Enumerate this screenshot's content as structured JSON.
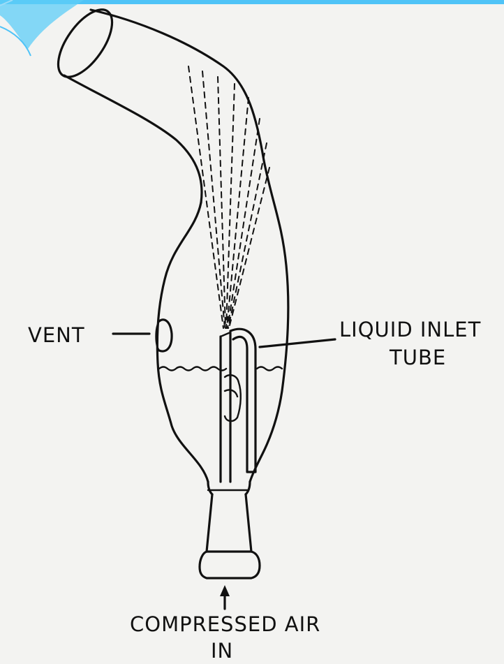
{
  "labels": {
    "vent": "VENT",
    "liquid_inlet_line1": "LIQUID INLET",
    "liquid_inlet_line2": "TUBE",
    "compressed_air_line1": "COMPRESSED AIR",
    "compressed_air_line2": "IN"
  },
  "colors": {
    "background": "#f3f3f1",
    "ink": "#111111",
    "slide_accent": "#4fc3f7"
  }
}
